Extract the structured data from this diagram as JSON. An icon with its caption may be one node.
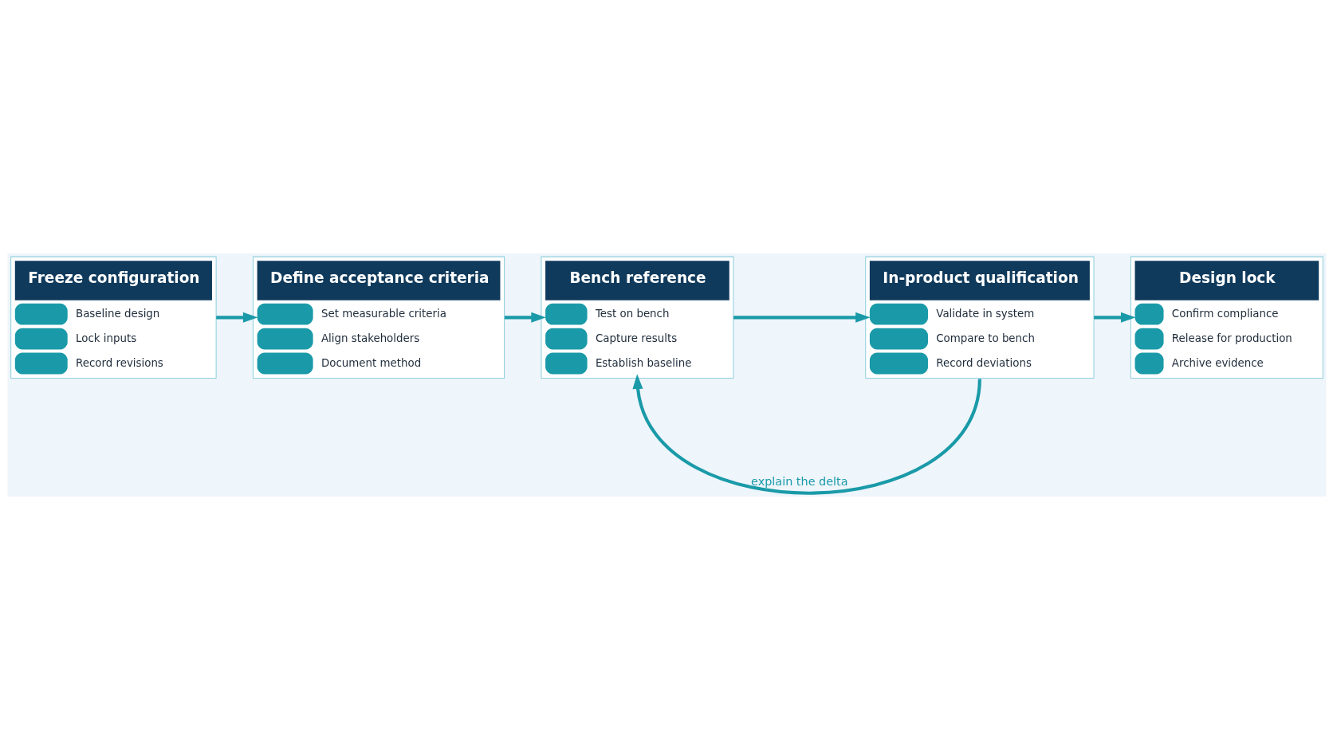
{
  "diagram": {
    "nodes": [
      {
        "text": [
          "Freeze configuration",
          "Baseline design",
          "Lock inputs",
          "Record revisions"
        ]
      },
      {
        "text": [
          "Define acceptance criteria",
          "Set measurable criteria",
          "Align stakeholders",
          "Document method"
        ]
      },
      {
        "text": [
          "Bench reference",
          "Test on bench",
          "Capture results",
          "Establish baseline"
        ]
      },
      {
        "text": [
          "In-product qualification",
          "Validate in system",
          "Compare to bench",
          "Record deviations"
        ]
      },
      {
        "text": [
          "Design lock",
          "Confirm compliance",
          "Release for production",
          "Archive evidence"
        ]
      }
    ],
    "edges": [
      {
        "from": 0,
        "to": 1,
        "arrow": "to"
      },
      {
        "from": 1,
        "to": 2,
        "arrow": "to"
      },
      {
        "from": 2,
        "to": 3,
        "arrow": "to"
      },
      {
        "from": 3,
        "to": 4,
        "arrow": "to"
      },
      {
        "from": 3,
        "to": 2,
        "arrow": "to",
        "label": "explain the delta"
      }
    ]
  }
}
